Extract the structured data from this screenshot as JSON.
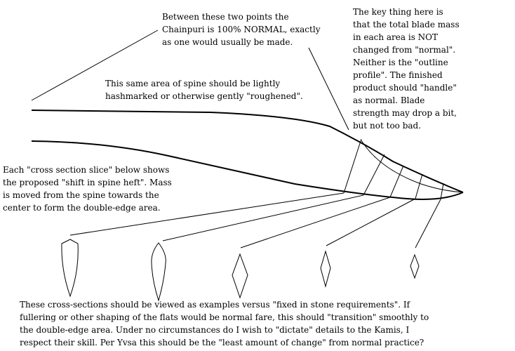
{
  "annotations": {
    "normal_zone": [
      "Between these two points the",
      "Chainpuri is 100% NORMAL, exactly",
      "as one would usually be made."
    ],
    "key_thing": [
      "The key thing here is",
      "that the total blade mass",
      "in each area is NOT",
      "changed from \"normal\".",
      "Neither is the \"outline",
      "profile\".  The finished",
      "product should \"handle\"",
      "as normal.  Blade",
      "strength may drop a bit,",
      "but not too bad."
    ],
    "spine_note": [
      "This same area of spine should be lightly",
      "hashmarked or otherwise gently \"roughened\"."
    ],
    "cross_section_note": [
      "Each \"cross section slice\" below shows",
      "the proposed \"shift in spine heft\".  Mass",
      "is moved from the spine towards the",
      "center to form the double-edge area."
    ],
    "footer_note": [
      "These cross-sections should be viewed as examples versus \"fixed in stone requirements\".  If",
      "fullering or other shaping of the flats would be normal fare, this should \"transition\" smoothly to",
      "the double-edge area.  Under no circumstances do I wish to \"dictate\" details to the Kamis, I",
      "respect their skill.  Per Yvsa this should be the \"least amount of change\" from normal practice?"
    ]
  }
}
